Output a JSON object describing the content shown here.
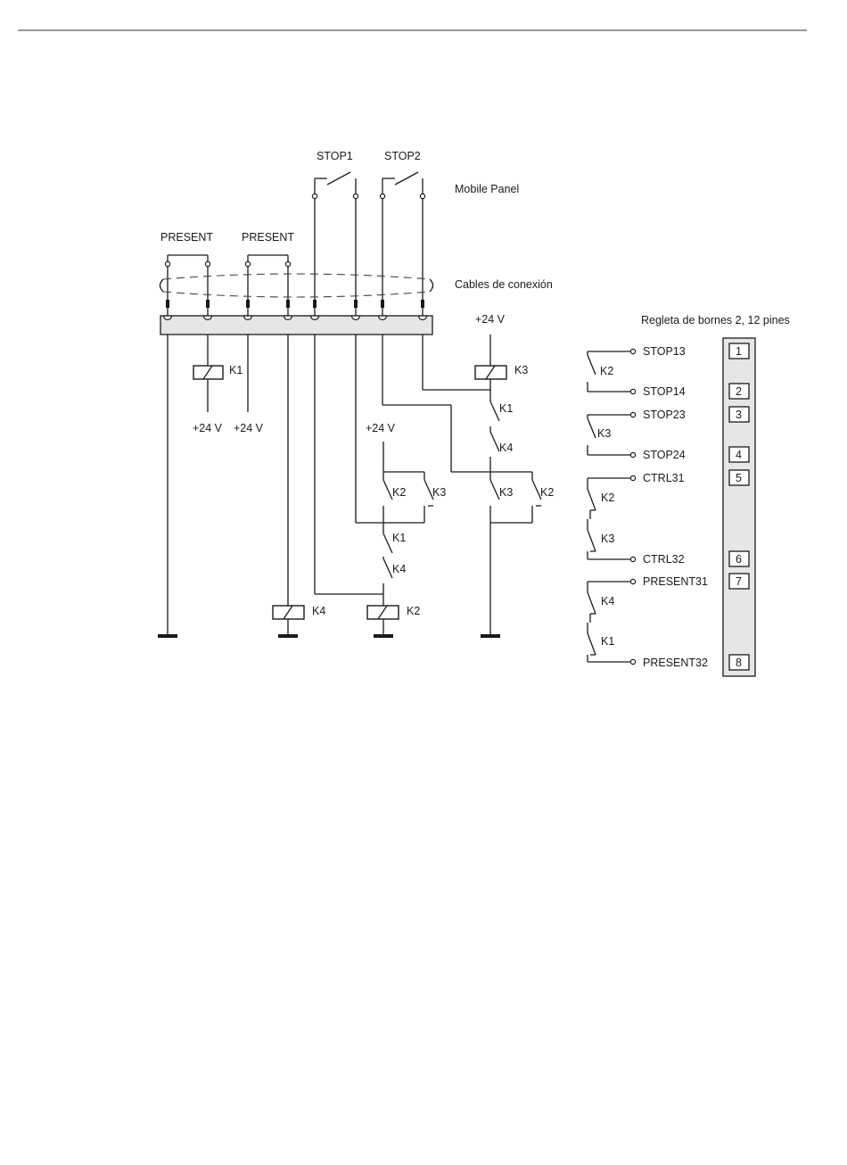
{
  "labels": {
    "stop1": "STOP1",
    "stop2": "STOP2",
    "mobile_panel": "Mobile Panel",
    "present_a": "PRESENT",
    "present_b": "PRESENT",
    "cables": "Cables de conexión",
    "terminal_strip_title": "Regleta de bornes 2, 12 pines"
  },
  "supply_label": "+24 V",
  "coils": [
    "K1",
    "K3",
    "K4",
    "K2"
  ],
  "contacts": {
    "k1_series_k3_coil": "K1",
    "k4_series_k3_coil": "K4",
    "k2_left_parallel": "K2",
    "k3_left_parallel": "K3",
    "k1_chain_k2_coil": "K1",
    "k4_chain_k2_coil": "K4",
    "k3_right_parallel": "K3",
    "k2_right_parallel": "K2"
  },
  "terminal_contacts": [
    {
      "signal": "STOP13",
      "pin": "1"
    },
    {
      "signal": "STOP14",
      "pin": "2"
    },
    {
      "signal": "STOP23",
      "pin": "3"
    },
    {
      "signal": "STOP24",
      "pin": "4"
    },
    {
      "signal": "CTRL31",
      "pin": "5"
    },
    {
      "signal": "CTRL32",
      "pin": "6"
    },
    {
      "signal": "PRESENT31",
      "pin": "7"
    },
    {
      "signal": "PRESENT32",
      "pin": "8"
    }
  ],
  "relay_contacts": {
    "stop1_pair": "K2",
    "stop2_pair": "K3",
    "ctrl_upper": "K2",
    "ctrl_lower": "K3",
    "present_upper": "K4",
    "present_lower": "K1"
  }
}
